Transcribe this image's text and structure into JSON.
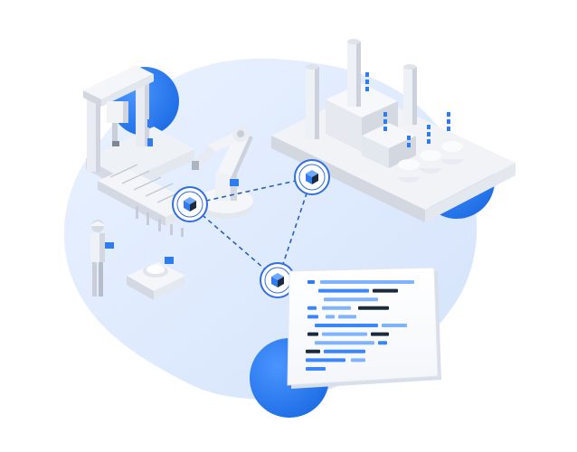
{
  "scene": {
    "description_visible_text": [],
    "elements": [
      "gantry-machine",
      "conveyor-belt",
      "robot-arm",
      "factory-plant",
      "worker",
      "mobile-robot",
      "code-panel",
      "network-node-icon",
      "network-link"
    ]
  },
  "colors": {
    "background": "#ffffff",
    "blob_light": "#e6efff",
    "blob_mid": "#d6e4fb",
    "accent_blue": "#2f7cf0",
    "accent_blue_dark": "#1a5ed6",
    "node_ring": "#2f6fe0",
    "link_dash": "#2a5fc0",
    "machine_white": "#f2f4f8",
    "machine_shade": "#d9dde6",
    "machine_dark": "#b9bfcc",
    "code_dark": "#1c2a3d",
    "code_blue": "#3a86ff",
    "code_light": "#7fb2ff"
  },
  "nodes": {
    "count": 3,
    "icon": "cube-network-icon"
  },
  "code_panel": {
    "line_count": 11
  }
}
